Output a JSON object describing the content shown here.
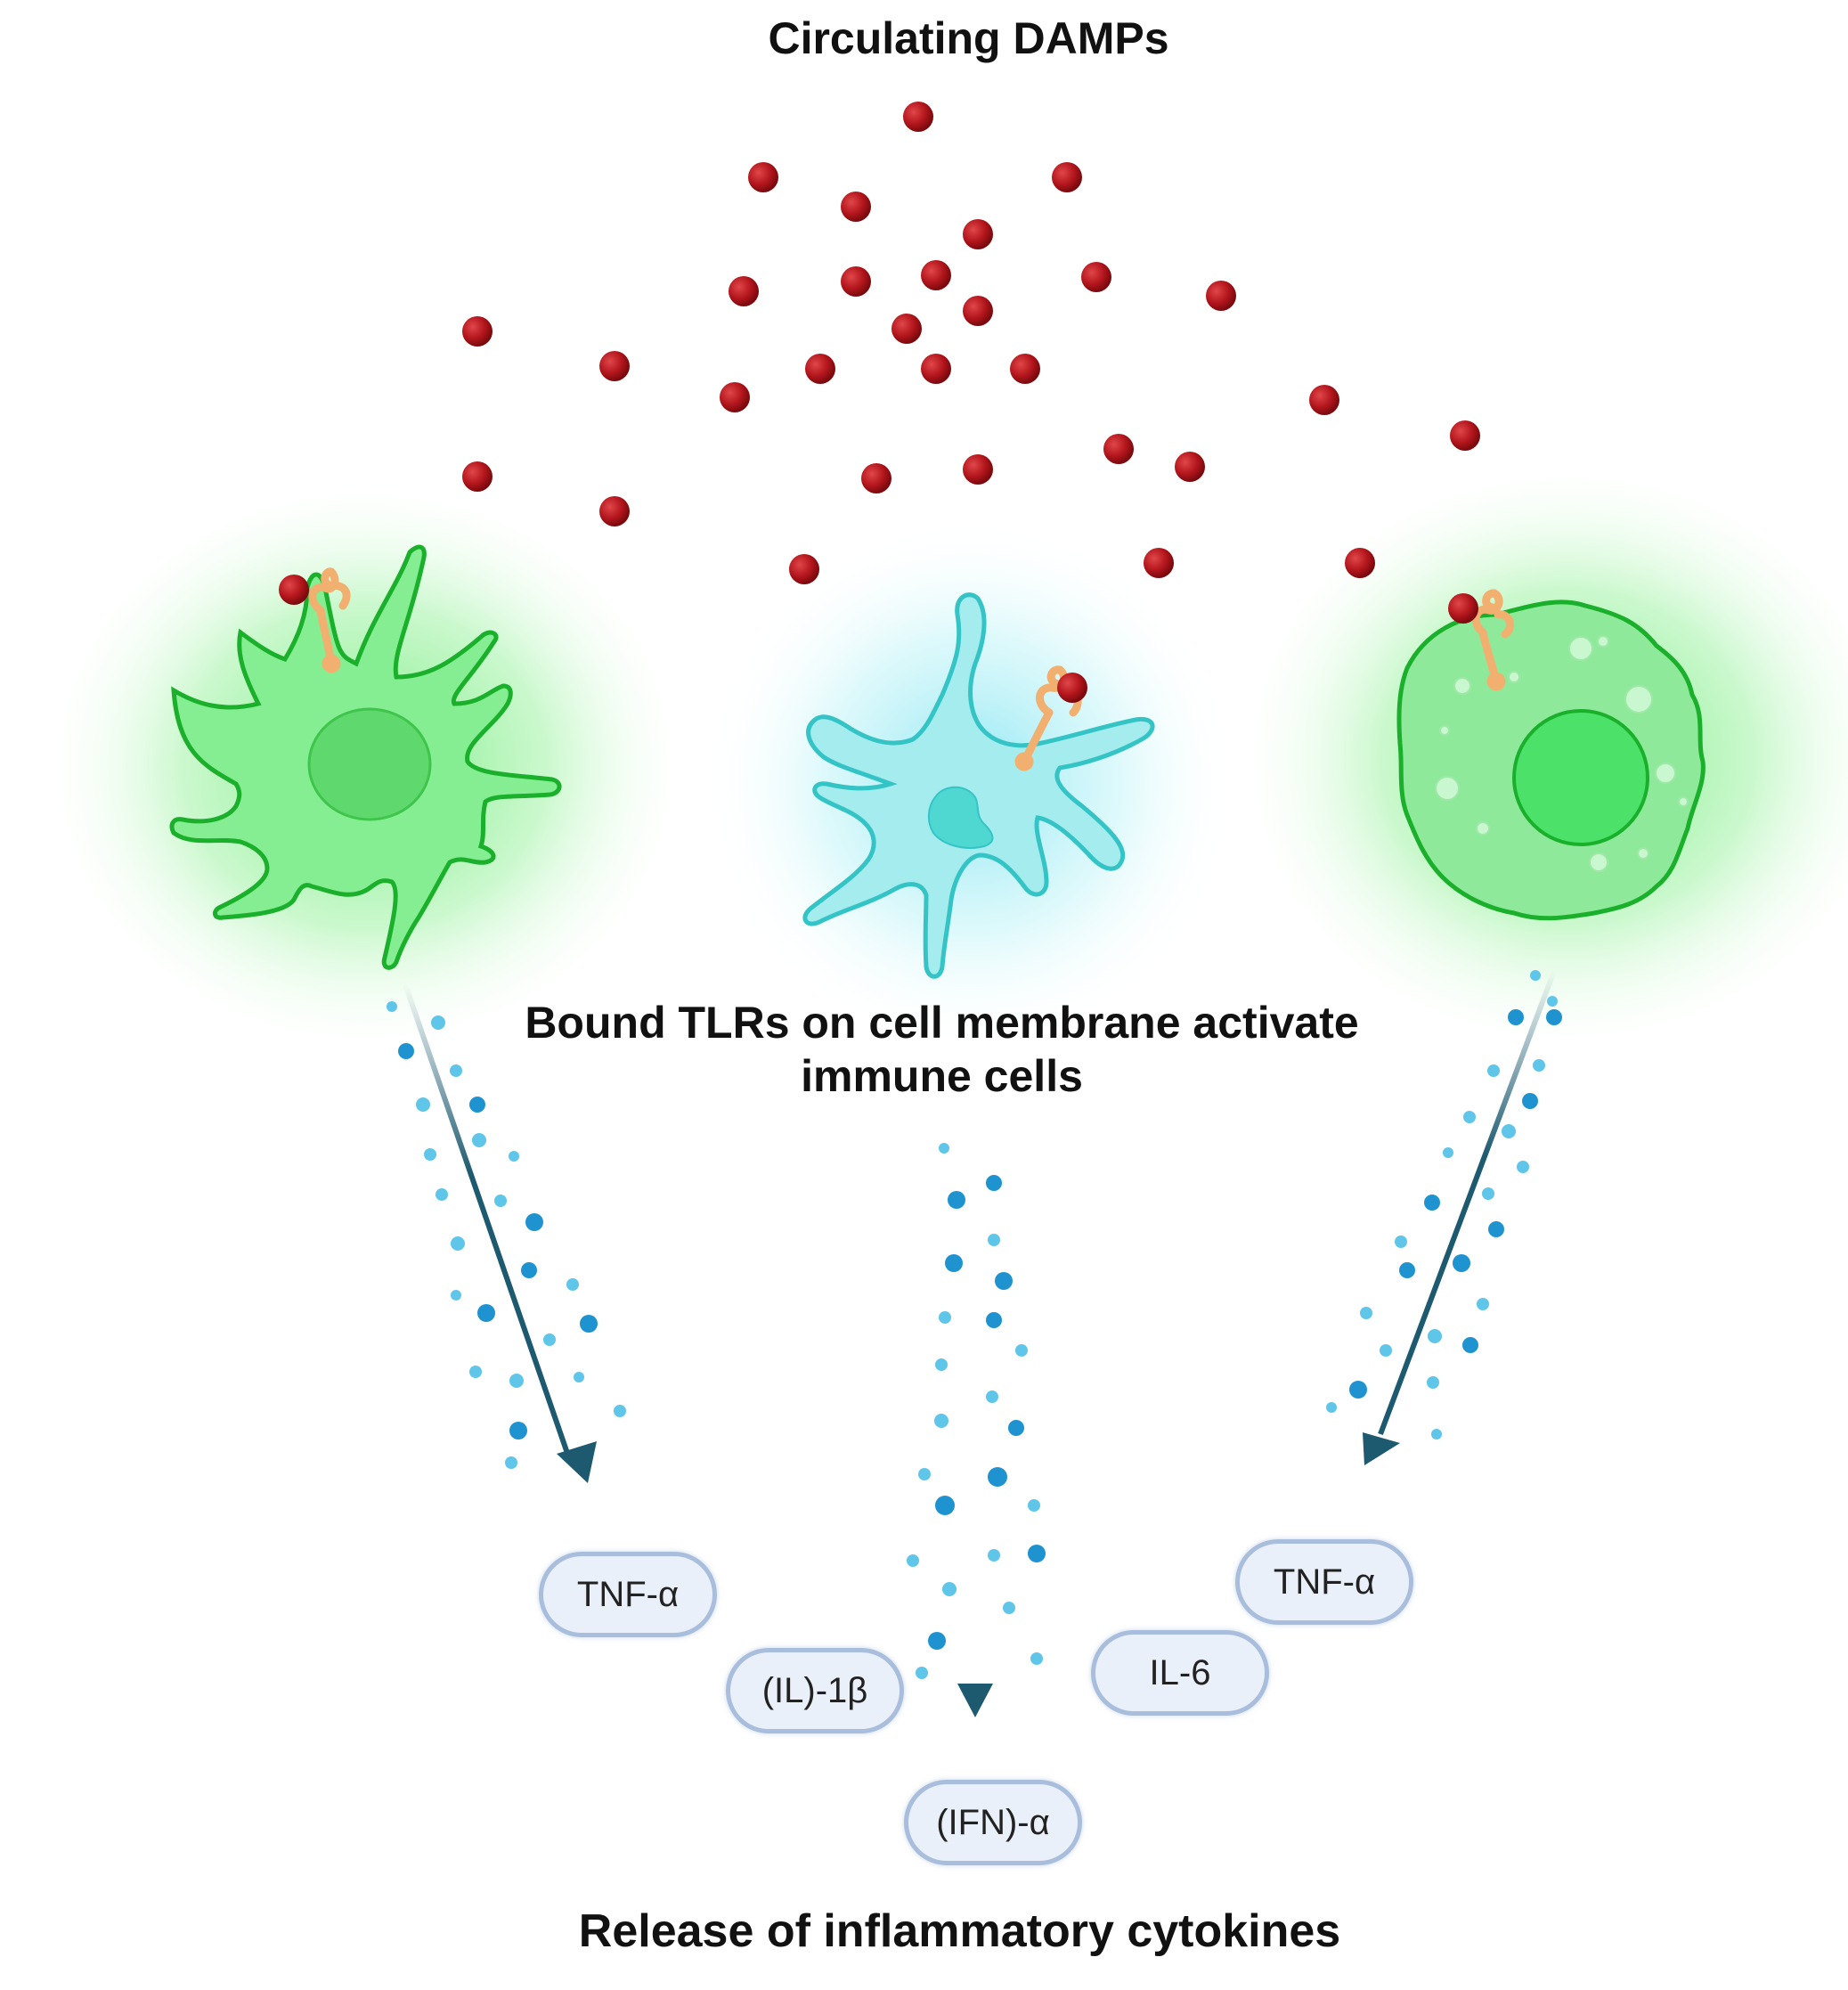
{
  "title": "Circulating DAMPs",
  "caption_middle_line1": "Bound TLRs on cell membrane activate",
  "caption_middle_line2": "immune cells",
  "caption_bottom": "Release of inflammatory cytokines",
  "cytokines": {
    "left_tnf": "TNF-α",
    "il1b": "(IL)-1β",
    "ifn": "(IFN)-α",
    "il6": "IL-6",
    "right_tnf": "TNF-α"
  },
  "colors": {
    "damp": "#b3161c",
    "green_cell": "#7de88a",
    "green_outline": "#1bb02c",
    "cyan_cell": "#9fe9ea",
    "cyan_outline": "#35c4c6",
    "receptor": "#f2b070",
    "cytokine_dot": "#2a9fd8",
    "arrow": "#1d5a70",
    "pill_border": "#a8bedc",
    "pill_fill": "#eaf0f9"
  }
}
